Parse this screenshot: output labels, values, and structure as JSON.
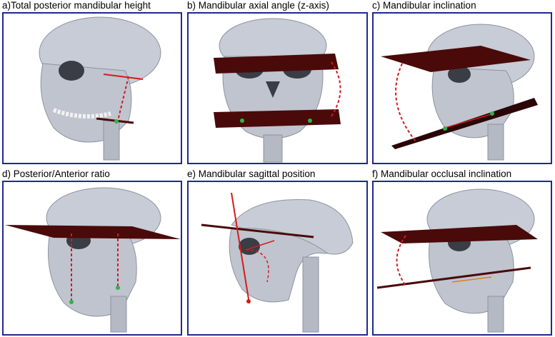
{
  "figure": {
    "frame_color": "#1f2a8c",
    "bone_color": "#c7ccd6",
    "plane_color": "#4a0a0a",
    "line_color": "#d41c1c",
    "landmark_color": "#2fb34a",
    "panels": [
      {
        "label": "a)Total posterior mandibular height",
        "view": "oblique",
        "overlay": "posterior-height-line"
      },
      {
        "label": "b) Mandibular axial angle (z-axis)",
        "view": "frontal",
        "overlay": "two-axial-planes"
      },
      {
        "label": "c) Mandibular inclination",
        "view": "oblique",
        "overlay": "inclined-planes"
      },
      {
        "label": "d) Posterior/Anterior ratio",
        "view": "oblique",
        "overlay": "vertical-height-lines"
      },
      {
        "label": "e) Mandibular sagittal position",
        "view": "lateral",
        "overlay": "sagittal-lines"
      },
      {
        "label": "f) Mandibular occlusal inclination",
        "view": "oblique",
        "overlay": "occlusal-planes"
      }
    ]
  }
}
